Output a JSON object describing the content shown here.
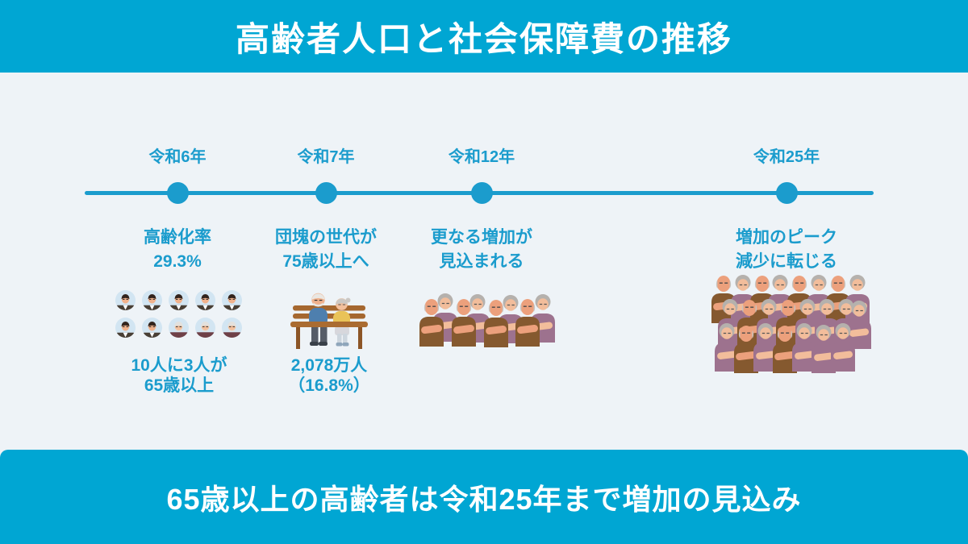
{
  "header": {
    "title": "高齢者人口と社会保障費の推移"
  },
  "footer": {
    "message": "65歳以上の高齢者は令和25年まで増加の見込み"
  },
  "timeline": {
    "milestones": [
      {
        "year": "令和6年",
        "description_line1": "高齢化率",
        "description_line2": "29.3%",
        "caption_line1": "10人に3人が",
        "caption_line2": "65歳以上",
        "illustration": "ten-avatars-7-young-3-elderly"
      },
      {
        "year": "令和7年",
        "description_line1": "団塊の世代が",
        "description_line2": "75歳以上へ",
        "caption_line1": "2,078万人",
        "caption_line2": "（16.8%）",
        "illustration": "elderly-couple-on-bench"
      },
      {
        "year": "令和12年",
        "description_line1": "更なる増加が",
        "description_line2": "見込まれる",
        "illustration": "elderly-crowd-small"
      },
      {
        "year": "令和25年",
        "description_line1": "増加のピーク",
        "description_line2": "減少に転じる",
        "illustration": "elderly-crowd-large"
      }
    ]
  },
  "colors": {
    "banner_bg": "#00a6d3",
    "banner_text": "#ffffff",
    "page_bg": "#eef3f7",
    "accent": "#1b9ccd"
  }
}
